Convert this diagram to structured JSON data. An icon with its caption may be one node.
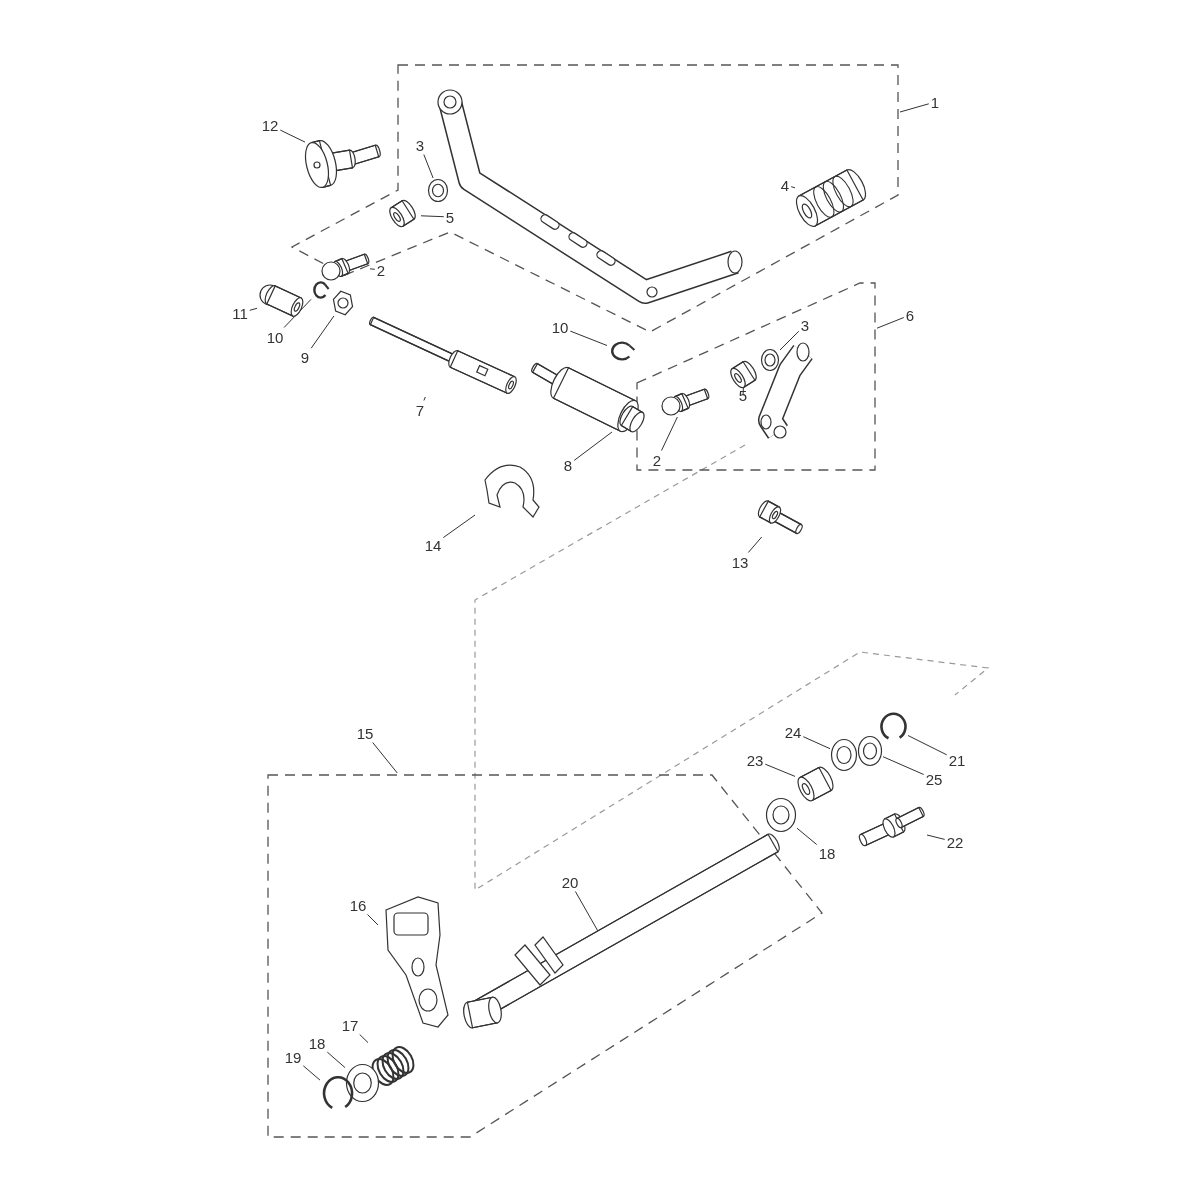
{
  "diagram": {
    "nodes": [
      {
        "text": [
          "12"
        ]
      },
      {
        "text": [
          "3"
        ],
        "in": 30
      },
      {
        "text": [
          "1"
        ]
      },
      {
        "text": [
          "4"
        ],
        "in": 30
      },
      {
        "text": [
          "5"
        ],
        "in": 30
      },
      {
        "text": [
          "2"
        ]
      },
      {
        "text": [
          "11"
        ]
      },
      {
        "text": [
          "10"
        ]
      },
      {
        "text": [
          "9"
        ]
      },
      {
        "text": [
          "10"
        ]
      },
      {
        "text": [
          "3"
        ],
        "in": 31
      },
      {
        "text": [
          "6"
        ]
      },
      {
        "text": [
          "7"
        ]
      },
      {
        "text": [
          "5"
        ],
        "in": 31
      },
      {
        "text": [
          "2"
        ],
        "in": 31
      },
      {
        "text": [
          "8"
        ]
      },
      {
        "text": [
          "14"
        ]
      },
      {
        "text": [
          "13"
        ]
      },
      {
        "text": [
          "15"
        ]
      },
      {
        "text": [
          "24"
        ]
      },
      {
        "text": [
          "23"
        ]
      },
      {
        "text": [
          "21"
        ]
      },
      {
        "text": [
          "25"
        ]
      },
      {
        "text": [
          "18"
        ]
      },
      {
        "text": [
          "22"
        ]
      },
      {
        "text": [
          "20"
        ],
        "in": 32
      },
      {
        "text": [
          "16"
        ],
        "in": 32
      },
      {
        "text": [
          "17"
        ],
        "in": 32
      },
      {
        "text": [
          "18"
        ],
        "in": 32
      },
      {
        "text": [
          "19"
        ],
        "in": 32
      },
      {
        "text": [],
        "shape": "box"
      },
      {
        "text": [],
        "shape": "box"
      },
      {
        "text": [],
        "shape": "box"
      },
      {
        "text": [],
        "shape": "picture"
      },
      {
        "text": [],
        "shape": "picture",
        "in": 30
      },
      {
        "text": [],
        "shape": "picture",
        "in": 30
      },
      {
        "text": [],
        "shape": "picture",
        "in": 30
      },
      {
        "text": [],
        "shape": "picture",
        "in": 30
      },
      {
        "text": [],
        "shape": "picture"
      },
      {
        "text": [],
        "shape": "picture"
      },
      {
        "text": [],
        "shape": "picture"
      },
      {
        "text": [],
        "shape": "picture"
      },
      {
        "text": [],
        "shape": "picture",
        "in": 31
      },
      {
        "text": [],
        "shape": "picture"
      },
      {
        "text": [],
        "shape": "picture",
        "in": 31
      },
      {
        "text": [],
        "shape": "picture",
        "in": 31
      },
      {
        "text": [],
        "shape": "picture"
      },
      {
        "text": [],
        "shape": "picture"
      },
      {
        "text": [],
        "shape": "picture"
      },
      {
        "text": [],
        "shape": "picture"
      },
      {
        "text": [],
        "shape": "picture"
      },
      {
        "text": [],
        "shape": "picture"
      },
      {
        "text": [],
        "shape": "picture"
      },
      {
        "text": [],
        "shape": "picture"
      },
      {
        "text": [],
        "shape": "picture"
      },
      {
        "text": [],
        "shape": "picture",
        "in": 32
      },
      {
        "text": [],
        "shape": "picture",
        "in": 32
      },
      {
        "text": [],
        "shape": "picture",
        "in": 32
      },
      {
        "text": [],
        "shape": "picture",
        "in": 32
      },
      {
        "text": [],
        "shape": "picture",
        "in": 32
      }
    ],
    "edges": [
      {
        "from": 0,
        "to": 33,
        "arrow": "none"
      },
      {
        "from": 1,
        "to": 34,
        "arrow": "none"
      },
      {
        "from": 2,
        "to": 30,
        "arrow": "none"
      },
      {
        "from": 3,
        "to": 35,
        "arrow": "none"
      },
      {
        "from": 4,
        "to": 36,
        "arrow": "none"
      },
      {
        "from": 5,
        "to": 37,
        "arrow": "none"
      },
      {
        "from": 6,
        "to": 38,
        "arrow": "none"
      },
      {
        "from": 7,
        "to": 39,
        "arrow": "none"
      },
      {
        "from": 8,
        "to": 40,
        "arrow": "none"
      },
      {
        "from": 9,
        "to": 41,
        "arrow": "none"
      },
      {
        "from": 10,
        "to": 42,
        "arrow": "none"
      },
      {
        "from": 11,
        "to": 31,
        "arrow": "none"
      },
      {
        "from": 12,
        "to": 43,
        "arrow": "none"
      },
      {
        "from": 13,
        "to": 44,
        "arrow": "none"
      },
      {
        "from": 14,
        "to": 45,
        "arrow": "none"
      },
      {
        "from": 15,
        "to": 46,
        "arrow": "none"
      },
      {
        "from": 16,
        "to": 47,
        "arrow": "none"
      },
      {
        "from": 17,
        "to": 48,
        "arrow": "none"
      },
      {
        "from": 18,
        "to": 32,
        "arrow": "none"
      },
      {
        "from": 19,
        "to": 49,
        "arrow": "none"
      },
      {
        "from": 20,
        "to": 50,
        "arrow": "none"
      },
      {
        "from": 21,
        "to": 51,
        "arrow": "none"
      },
      {
        "from": 22,
        "to": 52,
        "arrow": "none"
      },
      {
        "from": 23,
        "to": 53,
        "arrow": "none"
      },
      {
        "from": 24,
        "to": 54,
        "arrow": "none"
      },
      {
        "from": 25,
        "to": 55,
        "arrow": "none"
      },
      {
        "from": 26,
        "to": 56,
        "arrow": "none"
      },
      {
        "from": 27,
        "to": 57,
        "arrow": "none"
      },
      {
        "from": 28,
        "to": 58,
        "arrow": "none"
      },
      {
        "from": 29,
        "to": 59,
        "arrow": "none"
      }
    ]
  }
}
